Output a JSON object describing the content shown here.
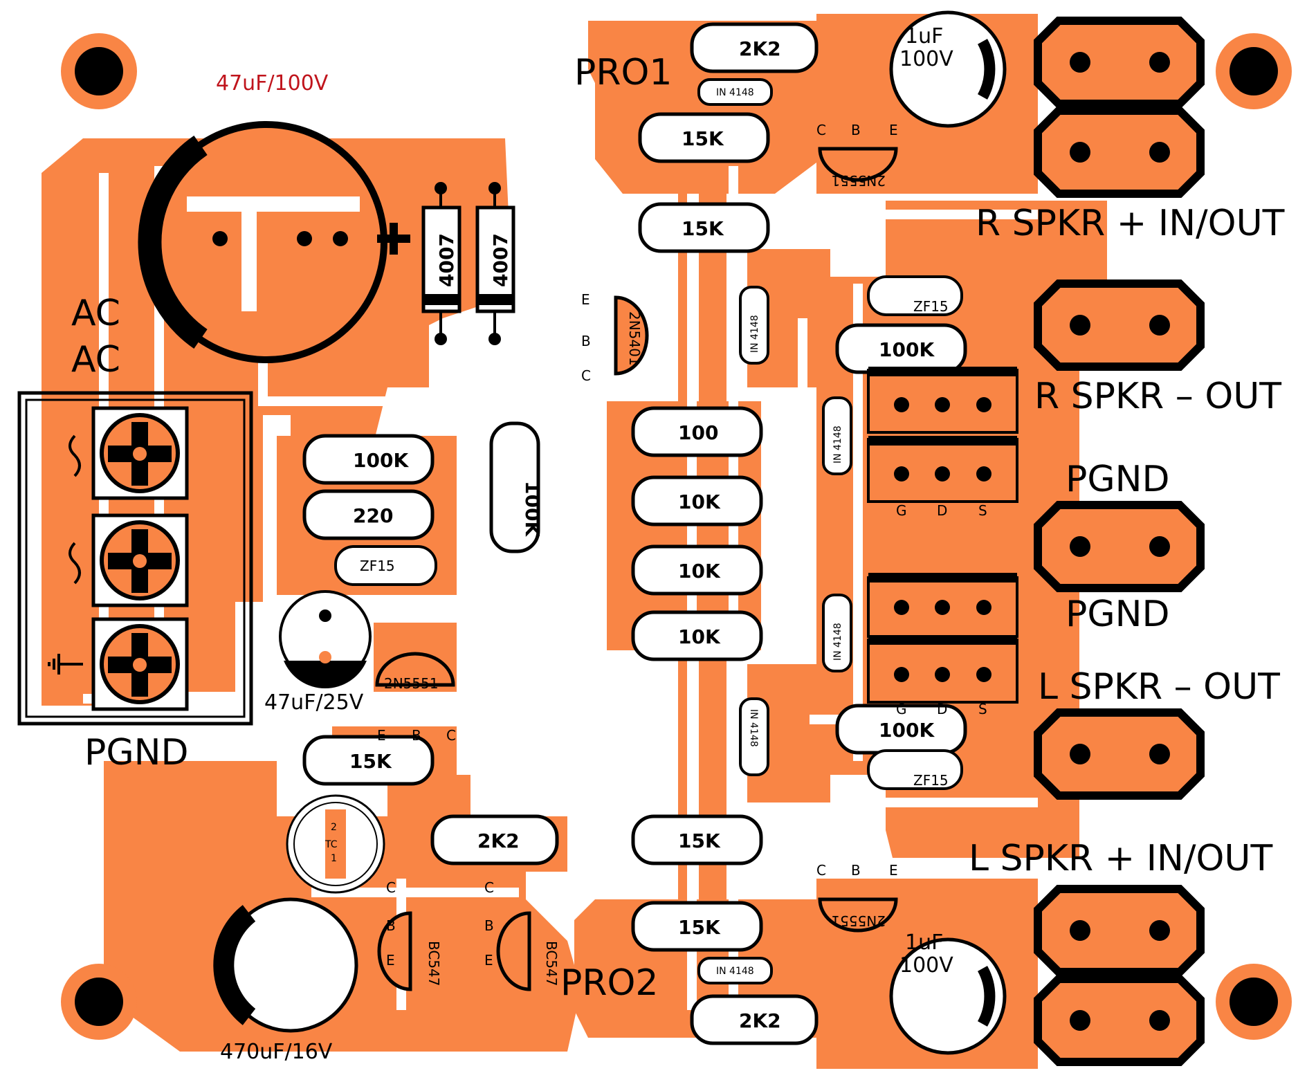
{
  "colors": {
    "copper": "#F98545",
    "ink": "#000000",
    "board": "#FFFFFF",
    "accent_text": "#C0141C"
  },
  "labels": {
    "pro1": "PRO1",
    "pro2": "PRO2",
    "ac1": "AC",
    "ac2": "AC",
    "pgnd_left": "PGND",
    "r_spkr_plus": "R SPKR + IN/OUT",
    "r_spkr_minus": "R SPKR – OUT",
    "pgnd_right1": "PGND",
    "pgnd_right2": "PGND",
    "l_spkr_minus": "L SPKR – OUT",
    "l_spkr_plus": "L SPKR + IN/OUT"
  },
  "capacitors": {
    "main": "47uF/100V",
    "c_small": "47uF/25V",
    "c_big_bottom": "470uF/16V",
    "c_top_val": "1uF",
    "c_top_volt": "100V",
    "c_bot_val": "1uF",
    "c_bot_volt": "100V"
  },
  "resistors": {
    "r_2k2_top": "2K2",
    "r_15k_top1": "15K",
    "r_15k_top2": "15K",
    "r_100": "100",
    "r_10k_1": "10K",
    "r_10k_2": "10K",
    "r_10k_3": "10K",
    "r_100k_left": "100K",
    "r_220": "220",
    "r_100k_vert": "100K",
    "r_15k_left": "15K",
    "r_2k2_mid": "2K2",
    "r_15k_bot1": "15K",
    "r_15k_bot2": "15K",
    "r_2k2_bot": "2K2",
    "r_100k_right_top": "100K",
    "r_100k_right_bot": "100K"
  },
  "diodes": {
    "d_4007_a": "4007",
    "d_4007_b": "4007",
    "z_left": "ZF15",
    "z_right_top": "ZF15",
    "z_right_bot": "ZF15",
    "d_in4148_1": "IN 4148",
    "d_in4148_2": "IN 4148",
    "d_in4148_3": "IN 4148",
    "d_in4148_4": "IN 4148",
    "d_in4148_small_top": "IN 4148",
    "d_in4148_small_bot": "IN 4148"
  },
  "transistors": {
    "q_2n5551_top": "2N5551",
    "q_2n5401": "2N5401",
    "q_2n5551_left": "2N5551",
    "q_bc547_a": "BC547",
    "q_bc547_b": "BC547",
    "q_2n5551_bot": "2N5551"
  },
  "pins": {
    "c": "C",
    "b": "B",
    "e": "E",
    "g": "G",
    "d": "D",
    "s": "S"
  },
  "misc": {
    "tc": "TC",
    "tc_pin1": "1",
    "tc_pin2": "2"
  }
}
